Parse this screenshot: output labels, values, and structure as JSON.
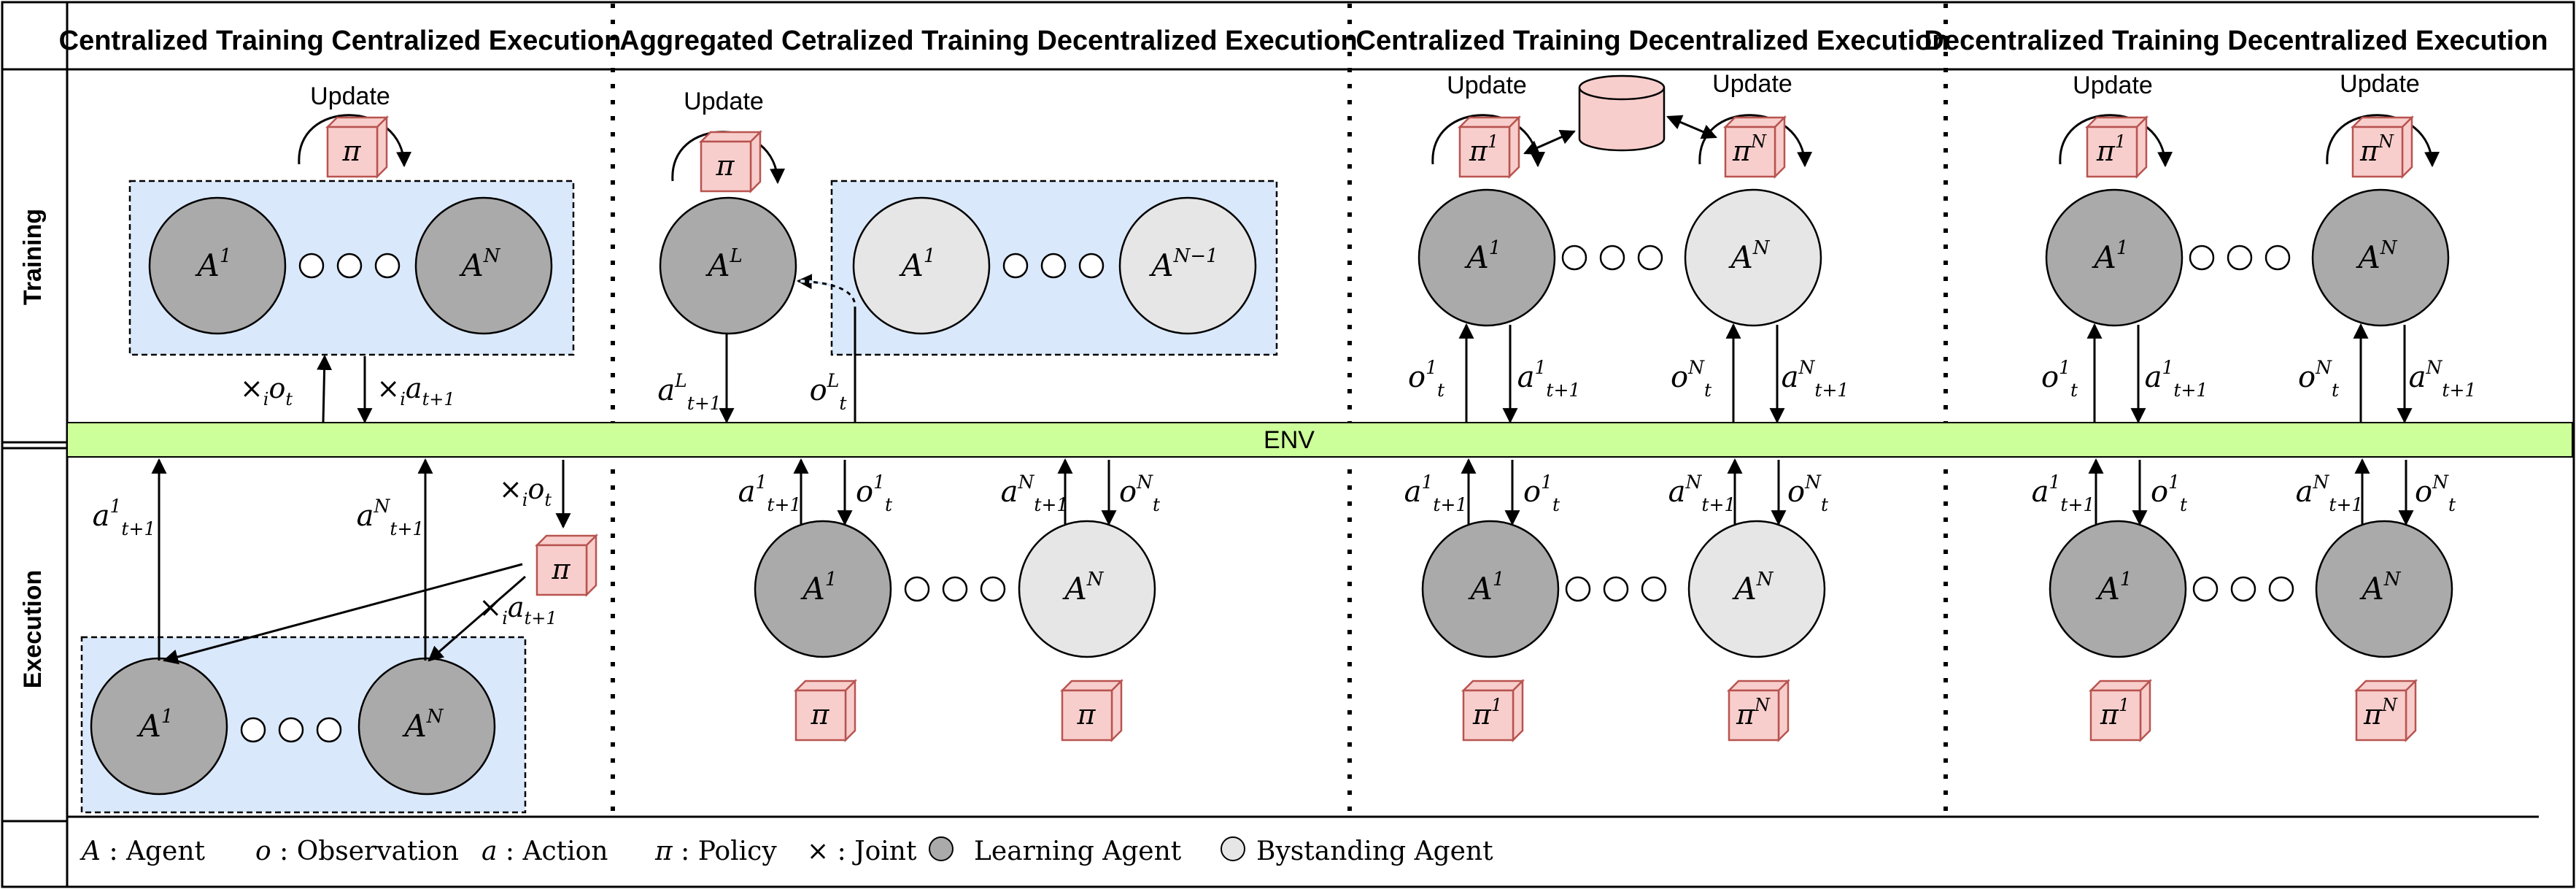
{
  "headers": [
    "Centralized Training Centralized Execution",
    "Aggregated Cetralized Training Decentralized Execution",
    "Centralized Training Decentralized Execution",
    "Decentralized Training Decentralized Execution"
  ],
  "rows": {
    "training": "Training",
    "execution": "Execution"
  },
  "env": "ENV",
  "update": "Update",
  "symbols": {
    "pi": "π",
    "A": "A",
    "one": "1",
    "N": "N",
    "L": "L",
    "Nm1": "N−1",
    "a": "a",
    "o": "o",
    "t": "t",
    "tp1": "t+1",
    "times": "×",
    "i": "i"
  },
  "legend": [
    {
      "sym": "A",
      "text": " : Agent"
    },
    {
      "sym": "o",
      "text": " : Observation"
    },
    {
      "sym": "a",
      "text": " : Action"
    },
    {
      "sym": "π",
      "text": " : Policy"
    },
    {
      "sym": "×",
      "text": " : Joint"
    },
    {
      "sym": "",
      "text": "Learning Agent"
    },
    {
      "sym": "",
      "text": "Bystanding Agent"
    }
  ],
  "colors": {
    "learning": "#aaaaaa",
    "bystanding": "#e6e6e6",
    "policy_fill": "#f8cecc",
    "policy_stroke": "#b85450",
    "env_fill": "#ccff99",
    "group_fill": "#dae8fc"
  }
}
